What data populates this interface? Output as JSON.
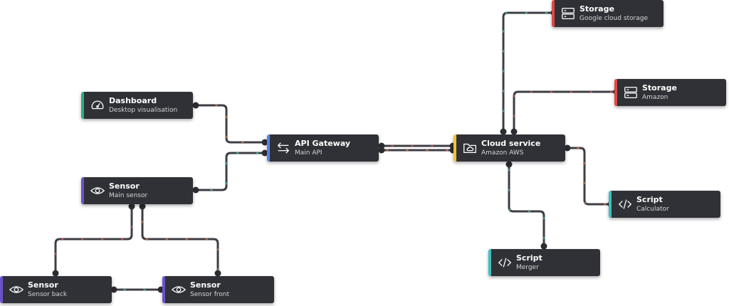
{
  "colors": {
    "canvas": "#ffffff",
    "node_bg": "#2f3136",
    "wire": "#3c3e44",
    "wire_orange": "#e0783c",
    "wire_teal": "#37c4a9",
    "wire_red": "#e25050",
    "green": "#27b07d",
    "blue": "#5b7fe8",
    "purple": "#6952c8",
    "yellow": "#f2c230",
    "red": "#e04747",
    "teal": "#3fbfbf"
  },
  "nodes": {
    "storage_google": {
      "title": "Storage",
      "subtitle": "Google cloud storage",
      "icon": "server-icon",
      "accent": "#e04747"
    },
    "storage_amazon": {
      "title": "Storage",
      "subtitle": "Amazon",
      "icon": "server-icon",
      "accent": "#e04747"
    },
    "dashboard": {
      "title": "Dashboard",
      "subtitle": "Desktop visualisation",
      "icon": "gauge-icon",
      "accent": "#27b07d"
    },
    "api_gateway": {
      "title": "API Gateway",
      "subtitle": "Main API",
      "icon": "arrows-icon",
      "accent": "#5b7fe8"
    },
    "cloud_service": {
      "title": "Cloud service",
      "subtitle": "Amazon AWS",
      "icon": "folder-icon",
      "accent": "#f2c230"
    },
    "sensor_main": {
      "title": "Sensor",
      "subtitle": "Main sensor",
      "icon": "eye-icon",
      "accent": "#6952c8"
    },
    "script_calc": {
      "title": "Script",
      "subtitle": "Calculator",
      "icon": "code-icon",
      "accent": "#3fbfbf"
    },
    "script_merger": {
      "title": "Script",
      "subtitle": "Merger",
      "icon": "code-icon",
      "accent": "#3fbfbf"
    },
    "sensor_back": {
      "title": "Sensor",
      "subtitle": "Sensor back",
      "icon": "eye-icon",
      "accent": "#6952c8"
    },
    "sensor_front": {
      "title": "Sensor",
      "subtitle": "Sensor front",
      "icon": "eye-icon",
      "accent": "#6952c8"
    }
  }
}
